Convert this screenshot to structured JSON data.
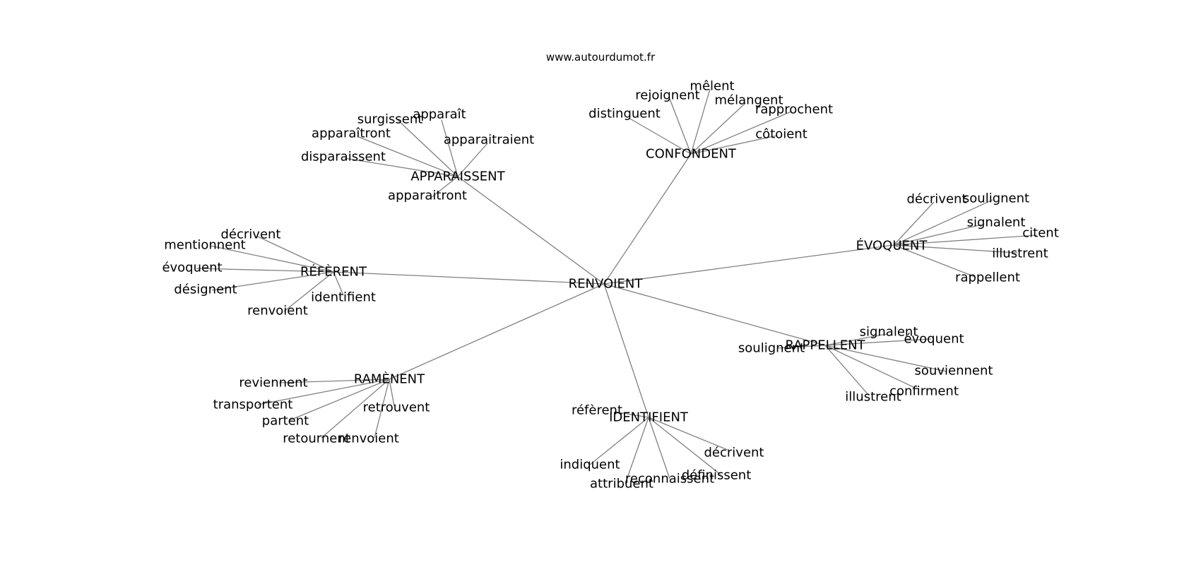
{
  "header": {
    "site": "www.autourdumot.fr"
  },
  "colors": {
    "edge": "#808080",
    "text": "#000000",
    "background": "#ffffff"
  },
  "graph": {
    "center": "RENVOIENT",
    "clusters": [
      {
        "hub": "APPARAISSENT",
        "words": [
          "surgissent",
          "apparaît",
          "apparaîtront",
          "apparaitraient",
          "disparaissent",
          "apparaitront"
        ]
      },
      {
        "hub": "CONFONDENT",
        "words": [
          "mêlent",
          "rejoignent",
          "mélangent",
          "distinguent",
          "rapprochent",
          "côtoient"
        ]
      },
      {
        "hub": "ÉVOQUENT",
        "words": [
          "décrivent",
          "soulignent",
          "signalent",
          "citent",
          "illustrent",
          "rappellent"
        ]
      },
      {
        "hub": "RÉFÈRENT",
        "words": [
          "décrivent",
          "mentionnent",
          "évoquent",
          "désignent",
          "identifient",
          "renvoient"
        ]
      },
      {
        "hub": "RAPPELLENT",
        "words": [
          "signalent",
          "évoquent",
          "soulignent",
          "souviennent",
          "confirment",
          "illustrent"
        ]
      },
      {
        "hub": "RAMÈNENT",
        "words": [
          "reviennent",
          "transportent",
          "retrouvent",
          "partent",
          "retournent",
          "renvoient"
        ]
      },
      {
        "hub": "IDENTIFIENT",
        "words": [
          "réfèrent",
          "décrivent",
          "indiquent",
          "définissent",
          "reconnaissent",
          "attribuent"
        ]
      }
    ]
  }
}
